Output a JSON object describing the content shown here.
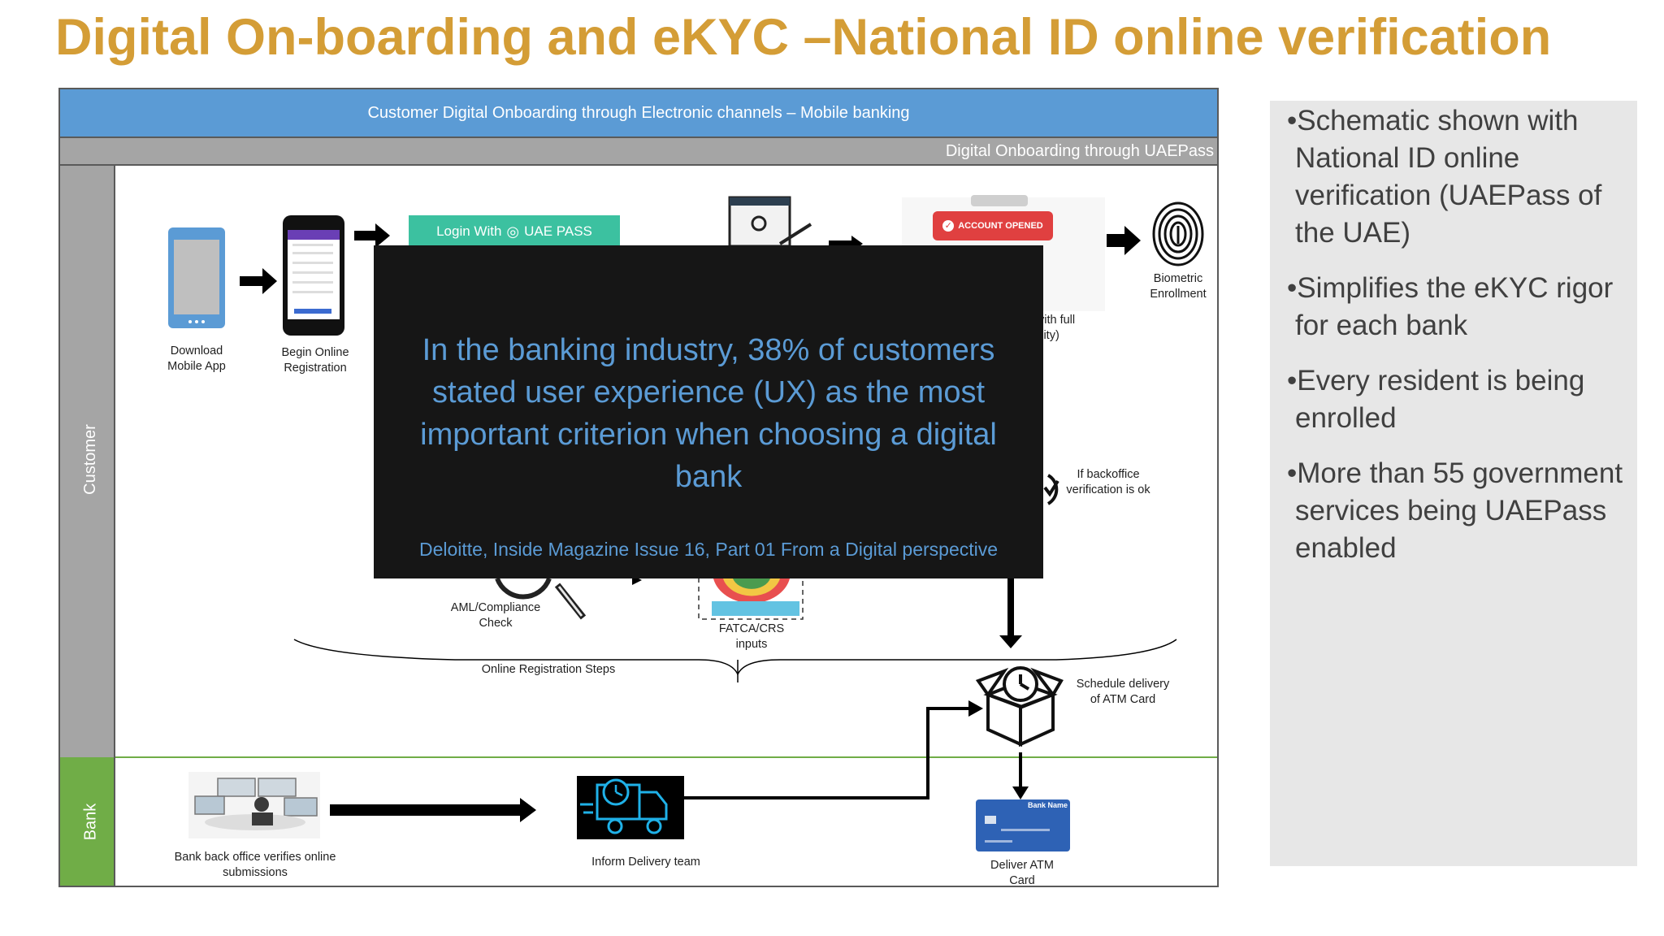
{
  "slide": {
    "title": "Digital On-boarding and eKYC –National ID online verification"
  },
  "diagram": {
    "header_blue": "Customer Digital Onboarding through Electronic channels – Mobile banking",
    "header_grey": "Digital Onboarding through UAEPass",
    "lanes": {
      "customer": "Customer",
      "bank": "Bank"
    },
    "steps": {
      "download_app": "Download Mobile App",
      "begin_registration": "Begin Online Registration",
      "login_button": "Login With",
      "login_brand": "UAE PASS",
      "account_opened": "ACCOUNT OPENED",
      "full_partial": "vith full\nility)",
      "biometric": "Biometric Enrollment",
      "backoffice_ok": "If backoffice verification is ok",
      "aml": "AML/Compliance Check",
      "fatca": "FATCA/CRS inputs",
      "online_steps": "Online Registration Steps",
      "schedule": "Schedule delivery of ATM Card",
      "bank_verifies": "Bank back office verifies online submissions",
      "inform_delivery": "Inform Delivery team",
      "deliver_card": "Deliver ATM Card",
      "card_bank_name": "Bank Name"
    },
    "colors": {
      "title": "#d49d36",
      "header_blue": "#5b9bd5",
      "lane_customer": "#a5a5a5",
      "lane_bank": "#70ad47",
      "login": "#3cc1a0",
      "badge": "#e04040"
    }
  },
  "overlay": {
    "quote": "In the banking industry, 38% of customers stated user experience (UX) as the most important criterion when choosing a digital bank",
    "source": "Deloitte, Inside Magazine Issue 16, Part 01 From a Digital perspective"
  },
  "side_notes": {
    "bullets": [
      "•Schematic shown with National ID online verification (UAEPass of the UAE)",
      "•Simplifies the eKYC rigor for each bank",
      "•Every resident is being enrolled",
      "•More than 55 government services being UAEPass enabled"
    ]
  }
}
